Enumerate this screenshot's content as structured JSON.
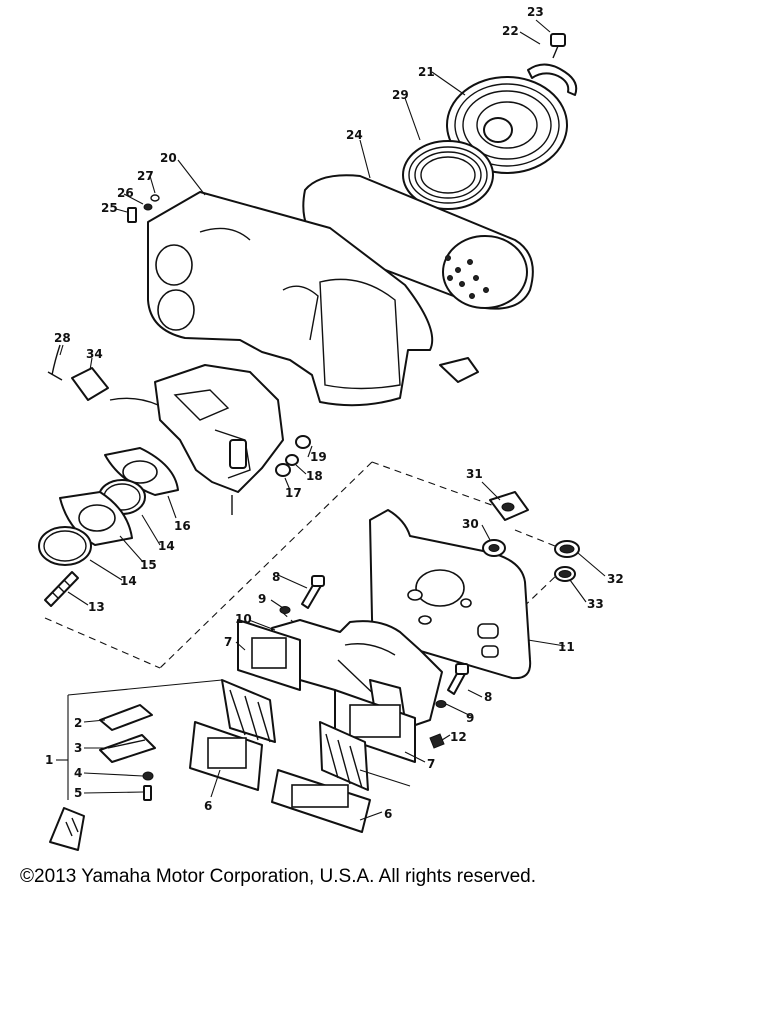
{
  "callouts": {
    "c1": "1",
    "c2": "2",
    "c3": "3",
    "c4": "4",
    "c5": "5",
    "c6a": "6",
    "c6b": "6",
    "c7a": "7",
    "c7b": "7",
    "c8a": "8",
    "c8b": "8",
    "c9a": "9",
    "c9b": "9",
    "c10": "10",
    "c11": "11",
    "c12": "12",
    "c13": "13",
    "c14a": "14",
    "c14b": "14",
    "c15": "15",
    "c16": "16",
    "c17": "17",
    "c18": "18",
    "c19": "19",
    "c20": "20",
    "c21": "21",
    "c22": "22",
    "c23": "23",
    "c24": "24",
    "c25": "25",
    "c26": "26",
    "c27": "27",
    "c28": "28",
    "c29": "29",
    "c30": "30",
    "c31": "31",
    "c32": "32",
    "c33": "33",
    "c34": "34"
  },
  "footer": {
    "copyright": "©2013 Yamaha Motor Corporation, U.S.A. All rights reserved."
  }
}
